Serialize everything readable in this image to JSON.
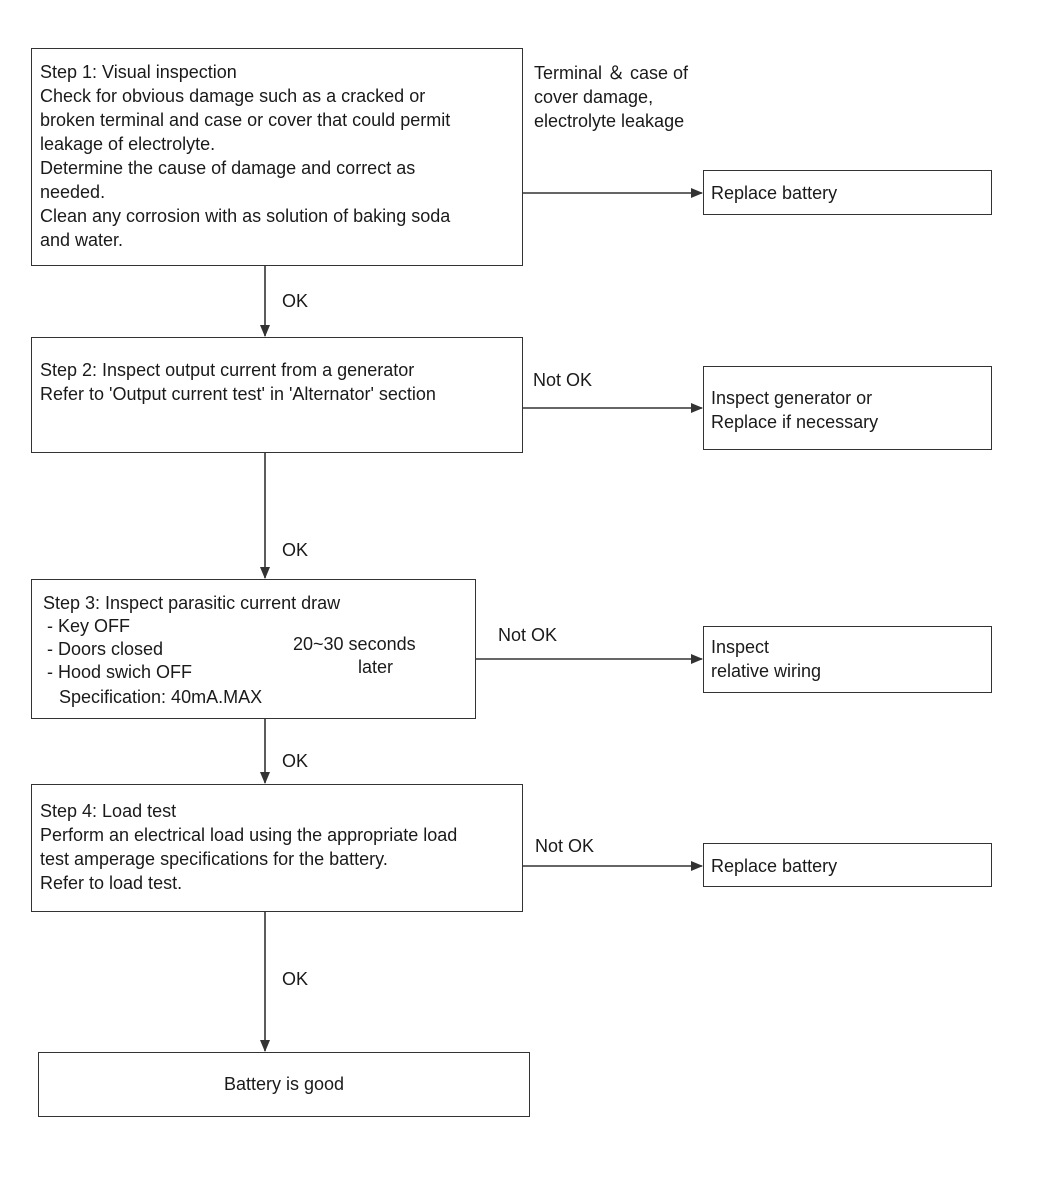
{
  "step1": {
    "lines": [
      "Step 1: Visual inspection",
      "Check for obvious damage such as a cracked or",
      "broken terminal and case or cover that could permit",
      "leakage of electrolyte.",
      "Determine the cause of damage and correct as",
      "needed.",
      "Clean any corrosion with as solution of baking soda",
      "and water."
    ],
    "condition": [
      "Terminal ＆ case of",
      "cover damage,",
      "electrolyte leakage"
    ],
    "result": "Replace battery",
    "ok": "OK"
  },
  "step2": {
    "lines": [
      "Step 2: Inspect output current from a generator",
      "Refer to 'Output current test' in 'Alternator' section"
    ],
    "condition": "Not OK",
    "result": [
      "Inspect generator or",
      "Replace if necessary"
    ],
    "ok": "OK"
  },
  "step3": {
    "title": "Step 3: Inspect parasitic current draw",
    "items": [
      "- Key OFF",
      "- Doors closed",
      "- Hood swich OFF"
    ],
    "spec": "Specification: 40mA.MAX",
    "timing": [
      "20~30 seconds",
      "later"
    ],
    "condition": "Not OK",
    "result": [
      "Inspect",
      "relative wiring"
    ],
    "ok": "OK"
  },
  "step4": {
    "lines": [
      "Step 4: Load test",
      "Perform an electrical load using the appropriate load",
      "test amperage specifications for the battery.",
      "Refer to load test."
    ],
    "condition": "Not OK",
    "result": "Replace battery",
    "ok": "OK"
  },
  "final": "Battery is good"
}
